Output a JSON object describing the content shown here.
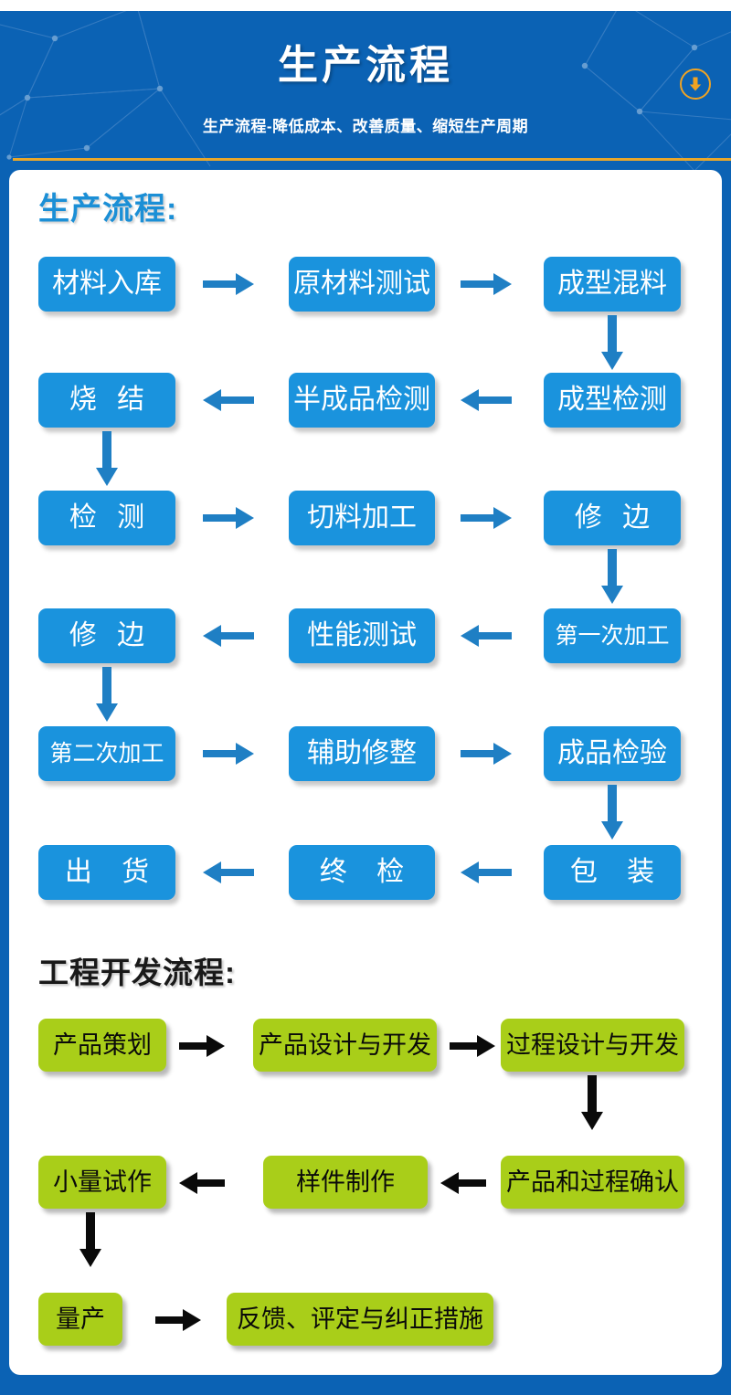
{
  "header": {
    "title": "生产流程",
    "subtitle": "生产流程-降低成本、改善质量、缩短生产周期",
    "download_icon": "download-arrow-icon",
    "bg_color": "#0b62b4",
    "rule_color": "#e8a72c",
    "accent_color": "#f0a323"
  },
  "sections": [
    {
      "id": "production",
      "title": "生产流程:",
      "title_color": "#1b8fd6",
      "node_color": "#1a93dd",
      "node_text_color": "#ffffff",
      "arrow_color": "#1f7fc4",
      "rows": [
        {
          "direction": "right",
          "nodes": [
            "材料入库",
            "原材料测试",
            "成型混料"
          ]
        },
        {
          "direction": "left",
          "nodes": [
            "烧 结",
            "半成品检测",
            "成型检测"
          ]
        },
        {
          "direction": "right",
          "nodes": [
            "检 测",
            "切料加工",
            "修 边"
          ]
        },
        {
          "direction": "left",
          "nodes": [
            "修 边",
            "性能测试",
            "第一次加工"
          ]
        },
        {
          "direction": "right",
          "nodes": [
            "第二次加工",
            "辅助修整",
            "成品检验"
          ]
        },
        {
          "direction": "left",
          "nodes": [
            "出 货",
            "终 检",
            "包 装"
          ]
        }
      ]
    },
    {
      "id": "engineering",
      "title": "工程开发流程:",
      "title_color": "#191919",
      "node_color": "#a9ce19",
      "node_text_color": "#0a0a0a",
      "arrow_color": "#0a0a0a",
      "rows": [
        {
          "direction": "right",
          "nodes": [
            "产品策划",
            "产品设计与开发",
            "过程设计与开发"
          ]
        },
        {
          "direction": "left",
          "nodes": [
            "小量试作",
            "样件制作",
            "产品和过程确认"
          ]
        },
        {
          "direction": "right",
          "nodes": [
            "量产",
            "反馈、评定与纠正措施"
          ]
        }
      ]
    }
  ],
  "nodes": {
    "p_r1c1": "材料入库",
    "p_r1c2": "原材料测试",
    "p_r1c3": "成型混料",
    "p_r2c1": "烧 结",
    "p_r2c2": "半成品检测",
    "p_r2c3": "成型检测",
    "p_r3c1": "检 测",
    "p_r3c2": "切料加工",
    "p_r3c3": "修 边",
    "p_r4c1": "修 边",
    "p_r4c2": "性能测试",
    "p_r4c3": "第一次加工",
    "p_r5c1": "第二次加工",
    "p_r5c2": "辅助修整",
    "p_r5c3": "成品检验",
    "p_r6c1": "出 货",
    "p_r6c2": "终 检",
    "p_r6c3": "包 装",
    "e_r1c1": "产品策划",
    "e_r1c2": "产品设计与开发",
    "e_r1c3": "过程设计与开发",
    "e_r2c1": "小量试作",
    "e_r2c2": "样件制作",
    "e_r2c3": "产品和过程确认",
    "e_r3c1": "量产",
    "e_r3c2": "反馈、评定与纠正措施"
  },
  "titles": {
    "production": "生产流程:",
    "engineering": "工程开发流程:"
  }
}
